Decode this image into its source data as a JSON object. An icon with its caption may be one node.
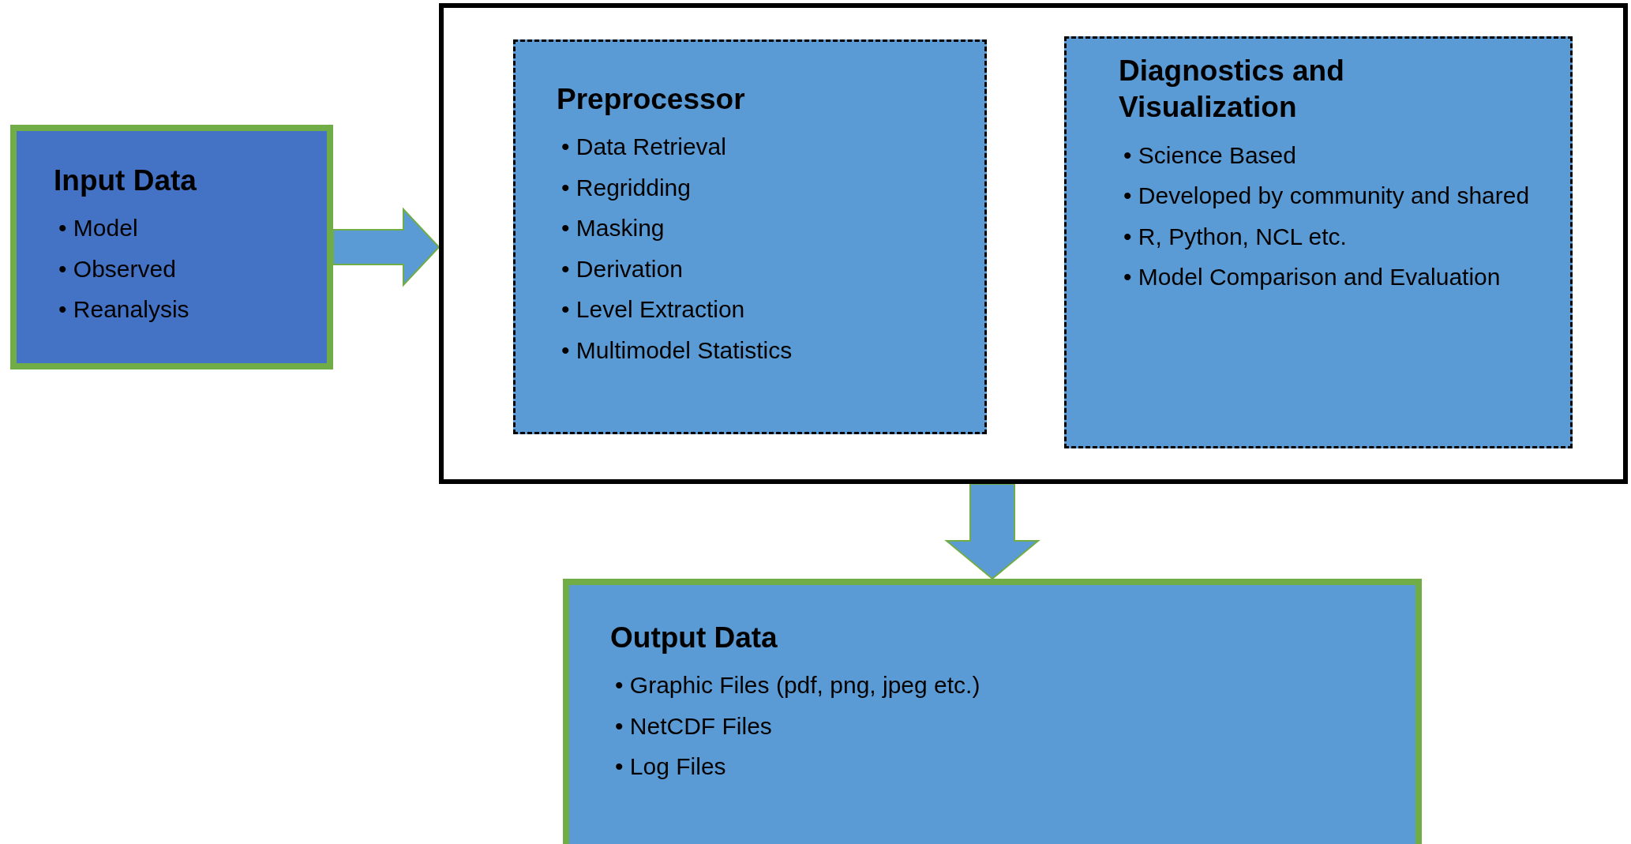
{
  "diagram": {
    "nodes": [
      {
        "text": [
          "Input Data",
          "• Model",
          "• Observed",
          "• Reanalysis"
        ]
      },
      {
        "text": [],
        "shape": "box"
      },
      {
        "text": [
          "Preprocessor",
          "• Data Retrieval",
          "• Regridding",
          "• Masking",
          "• Derivation",
          "• Level Extraction",
          "• Multimodel Statistics"
        ],
        "in": 1
      },
      {
        "text": [
          "Diagnostics and Visualization",
          "• Science Based",
          "• Developed by community and shared",
          "• R, Python, NCL etc.",
          "• Model Comparison and Evaluation"
        ],
        "in": 1
      },
      {
        "text": [
          "Output Data",
          "• Graphic Files (pdf, png, jpeg etc.)",
          "• NetCDF Files",
          "• Log Files"
        ]
      }
    ],
    "edges": [
      {
        "from": 0,
        "to": 1,
        "arrow": "to"
      },
      {
        "from": 1,
        "to": 4,
        "arrow": "to"
      }
    ]
  }
}
